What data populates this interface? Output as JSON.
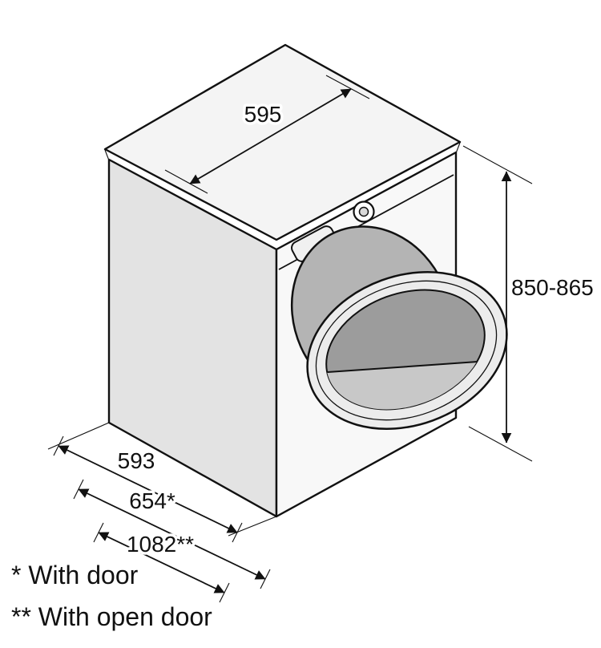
{
  "dims": {
    "width": "595",
    "height": "850-865",
    "depth": "593",
    "depth_with_door": "654*",
    "depth_with_open_door": "1082**"
  },
  "footnotes": {
    "with_door": "* With door",
    "with_open_door": "** With open door"
  },
  "colors": {
    "outline": "#111111",
    "top_face": "#f4f4f4",
    "left_face": "#e3e3e3",
    "front_face": "#f8f8f8",
    "rim": "#ededed",
    "door_opening": "#b4b4b4",
    "door": "#ececec",
    "door_glass": "#9c9c9c",
    "door_glass_lower": "#c8c8c8",
    "panel_display": "#f0f0f0",
    "knob": "#ffffff",
    "knob_center": "#d9d9d9",
    "background": "#ffffff"
  }
}
